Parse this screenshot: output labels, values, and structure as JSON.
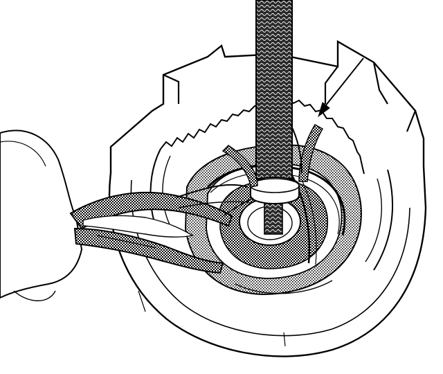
{
  "figure": {
    "colors": {
      "ink": "#000000",
      "paper": "#ffffff",
      "stipple": "#7a7a7a"
    },
    "parts": [
      "housing-drum",
      "splined-clutch-drum",
      "clutch-piston",
      "central-shaft-tool",
      "snap-ring-pliers",
      "retaining-snap-ring",
      "hand",
      "pointer-arrow"
    ]
  }
}
